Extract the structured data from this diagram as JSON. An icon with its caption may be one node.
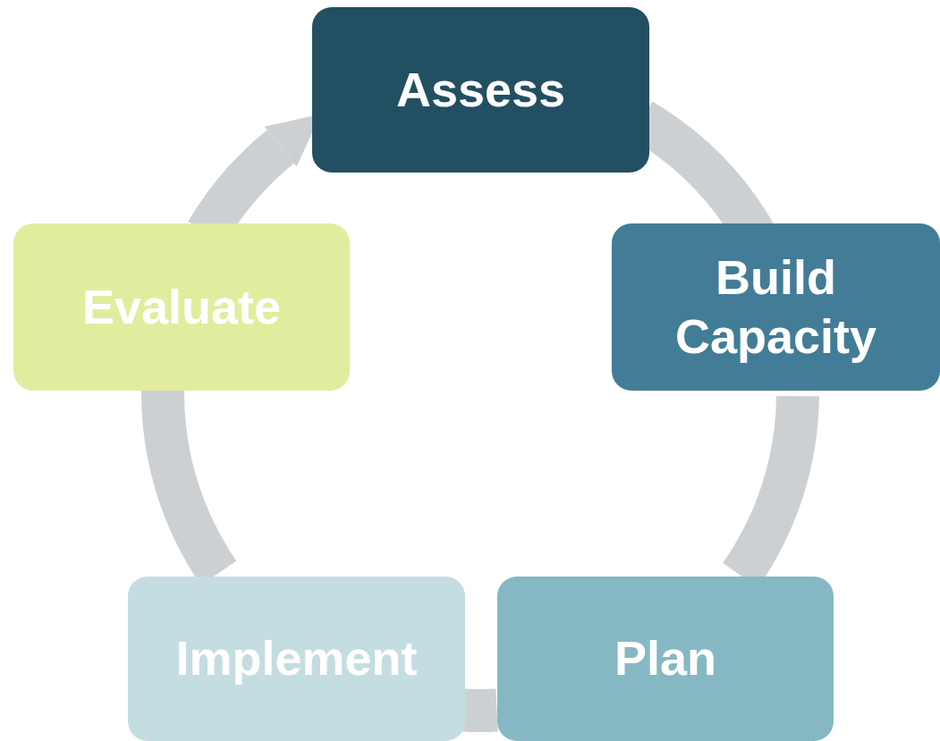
{
  "diagram": {
    "nodes": [
      {
        "text": [
          "Assess"
        ]
      },
      {
        "text": [
          "Build Capacity"
        ]
      },
      {
        "text": [
          "Plan"
        ]
      },
      {
        "text": [
          "Implement"
        ]
      },
      {
        "text": [
          "Evaluate"
        ]
      }
    ],
    "edges": [
      {
        "from": 0,
        "to": 1,
        "arrow": "none"
      },
      {
        "from": 1,
        "to": 2,
        "arrow": "none"
      },
      {
        "from": 2,
        "to": 3,
        "arrow": "none"
      },
      {
        "from": 3,
        "to": 4,
        "arrow": "none"
      },
      {
        "from": 4,
        "to": 0,
        "arrow": "to"
      }
    ]
  }
}
